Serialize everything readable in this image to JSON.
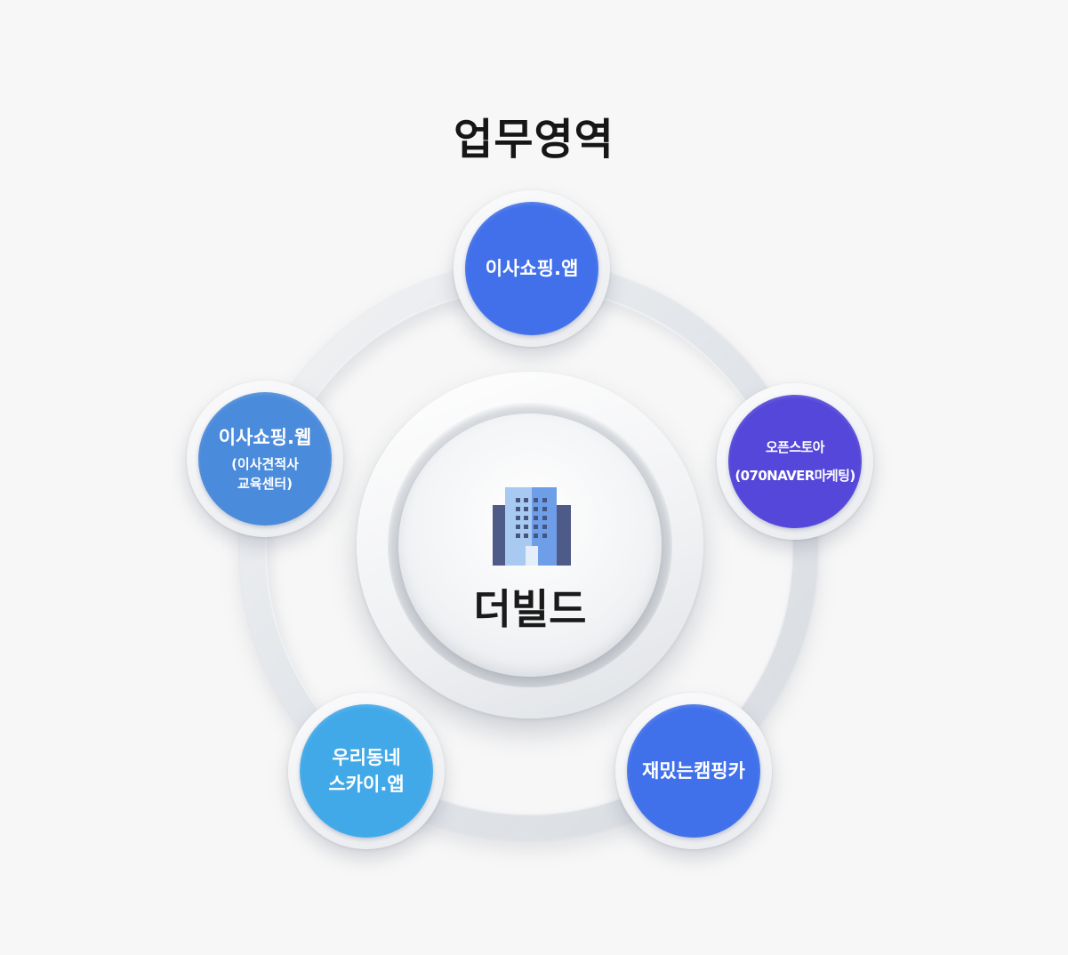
{
  "page": {
    "title": "업무영역"
  },
  "hub": {
    "icon": "building-icon",
    "label": "더빌드"
  },
  "nodes": {
    "app": {
      "title": "이사쇼핑.앱",
      "color": "#4170ea"
    },
    "web": {
      "title": "이사쇼핑.웹",
      "sub_line1": "(이사견적사",
      "sub_line2": "교육센터)",
      "color": "#4a8bdb"
    },
    "store": {
      "line1": "오픈스토아",
      "line2": "(070NAVER마케팅)",
      "color": "#5447d9"
    },
    "sky": {
      "line1": "우리동네",
      "line2": "스카이.앱",
      "color": "#42a9e8"
    },
    "camp": {
      "title": "재밌는캠핑카",
      "color": "#4171ea"
    }
  },
  "colors": {
    "background": "#f7f7f7",
    "ring": "#e3e6ea",
    "title_text": "#161616"
  }
}
